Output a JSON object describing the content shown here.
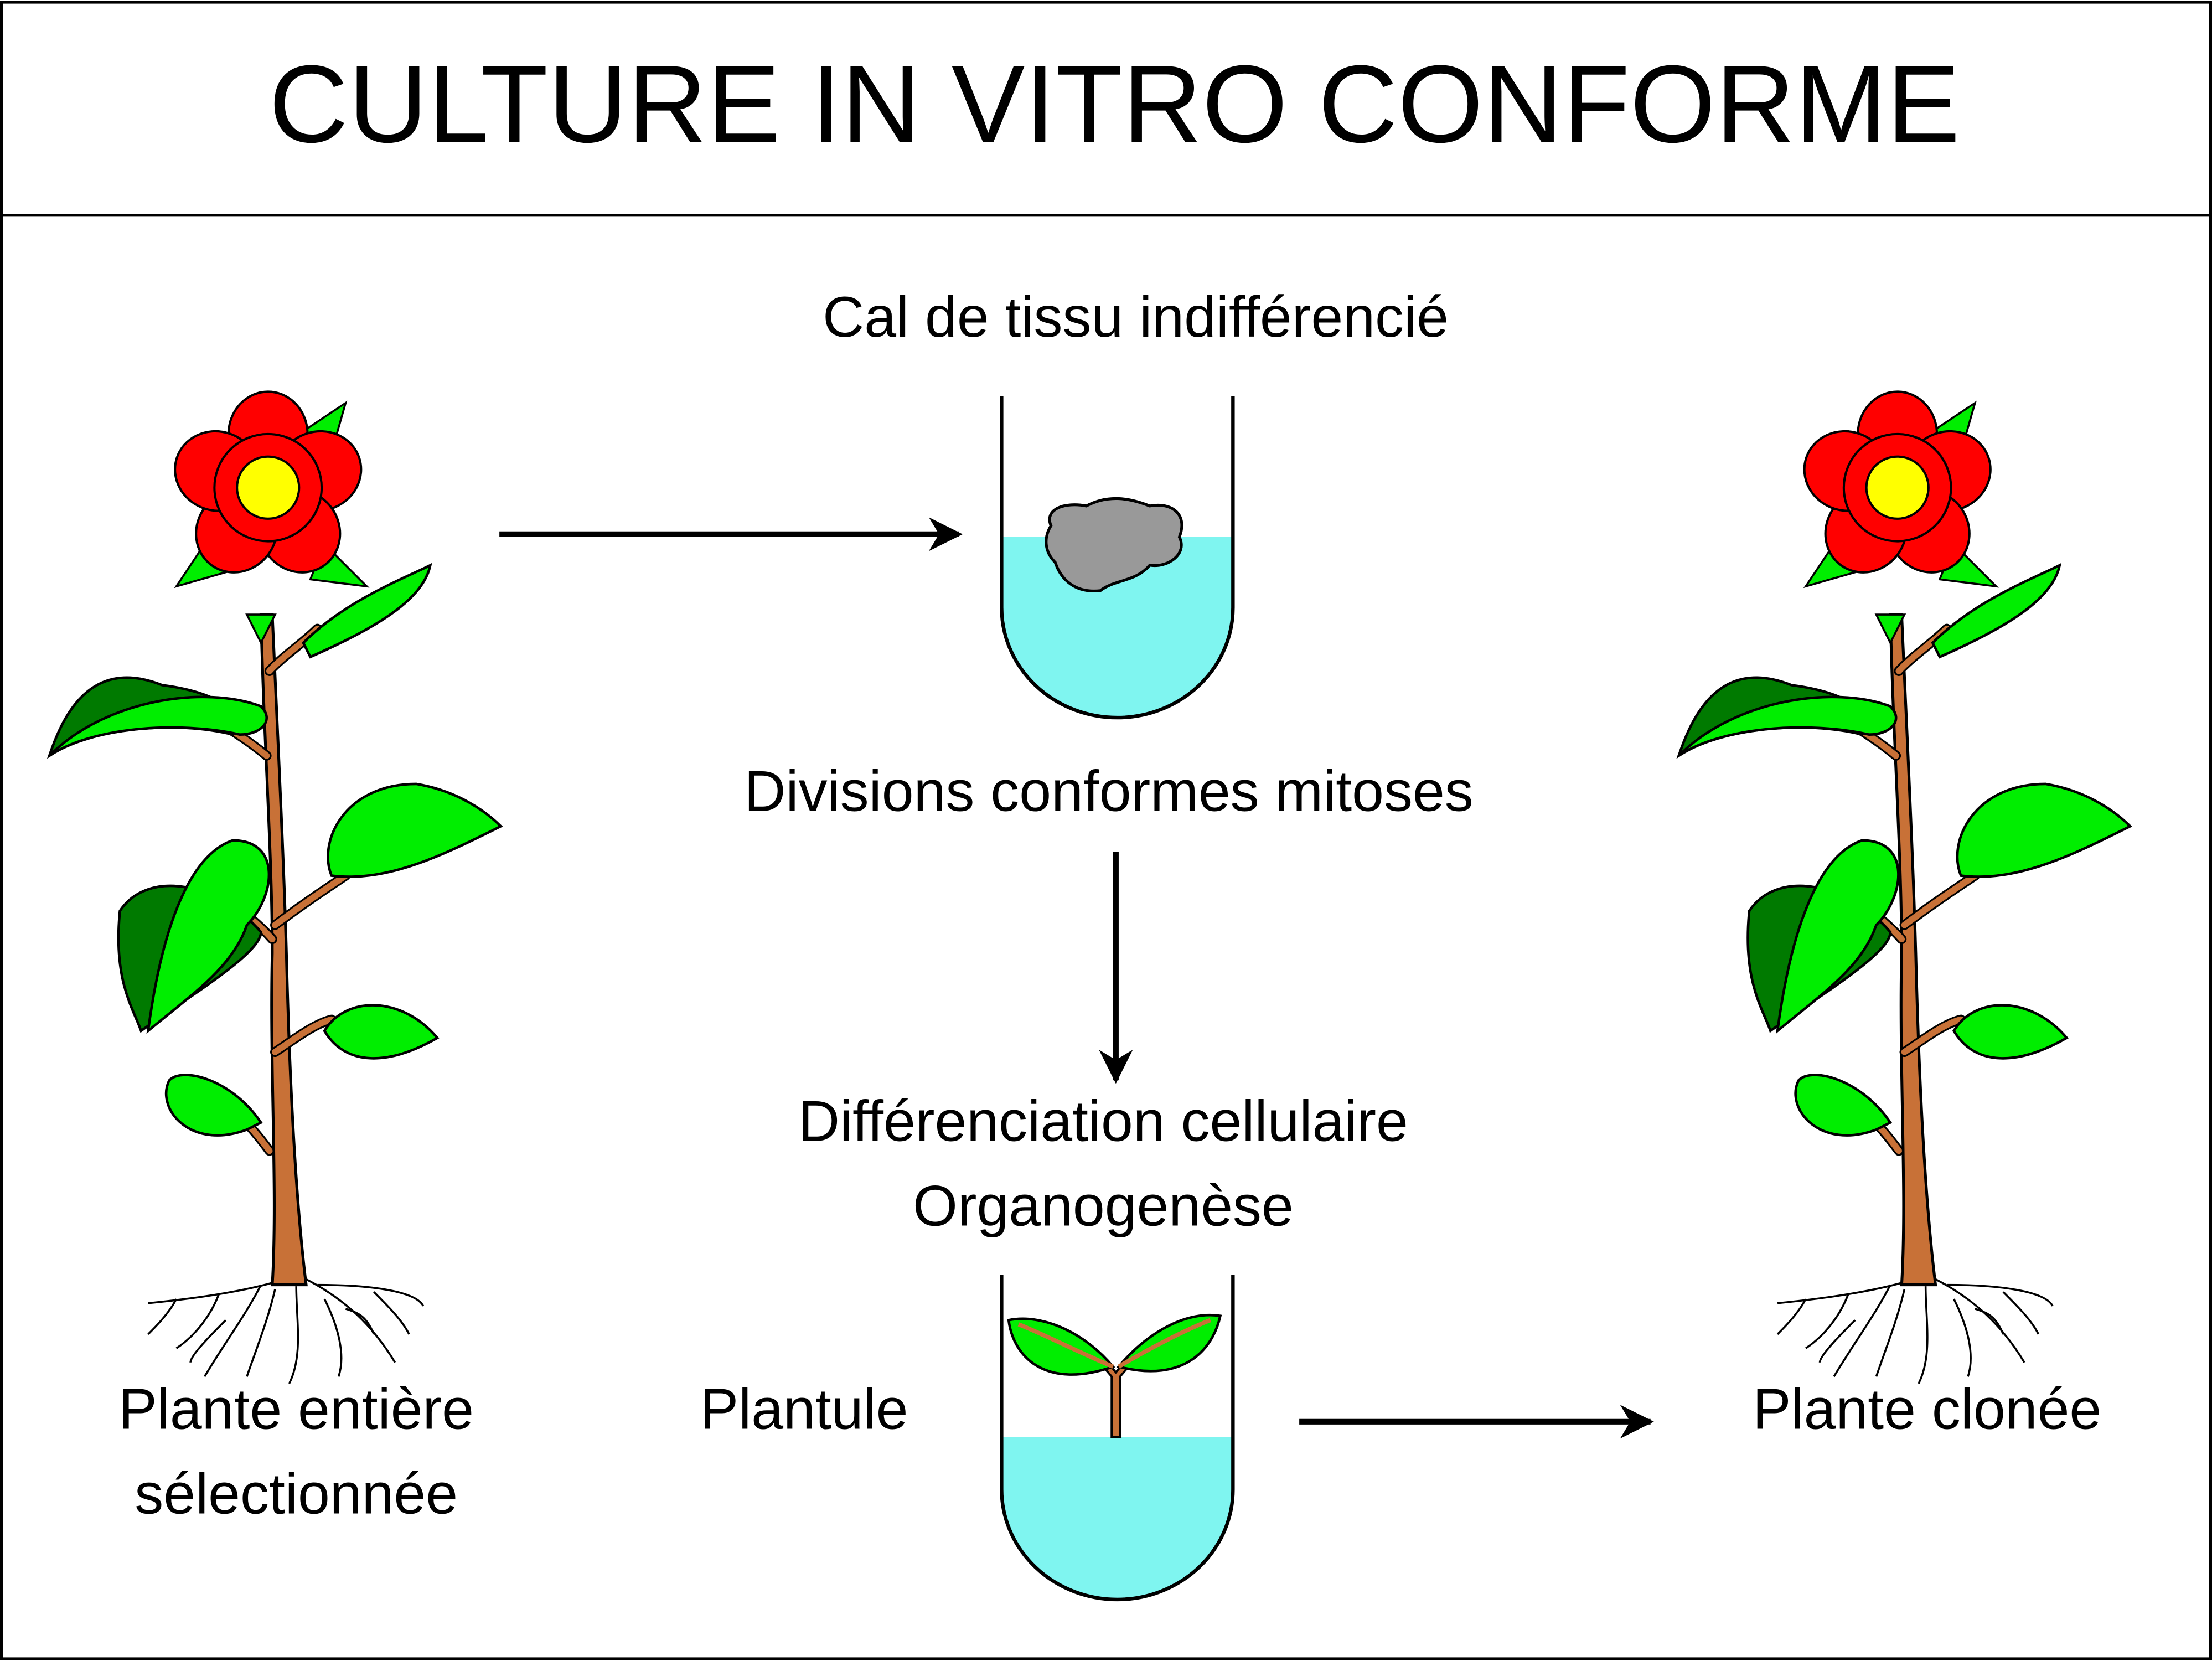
{
  "title": "CULTURE IN VITRO CONFORME",
  "labels": {
    "callus": "Cal de tissu indifférencié",
    "divisions": "Divisions conformes mitoses",
    "differentiation_line1": "Différenciation cellulaire",
    "differentiation_line2": "Organogenèse",
    "plantlet": "Plantule",
    "source_plant_line1": "Plante entière",
    "source_plant_line2": "sélectionnée",
    "cloned_plant": "Plante clonée"
  },
  "colors": {
    "petal": "#ff0000",
    "flower_center": "#ffff00",
    "leaf_light": "#00ee00",
    "leaf_dark": "#007a00",
    "stem": "#c87137",
    "medium": "#7ff5f0",
    "callus": "#999999",
    "outline": "#000000"
  }
}
